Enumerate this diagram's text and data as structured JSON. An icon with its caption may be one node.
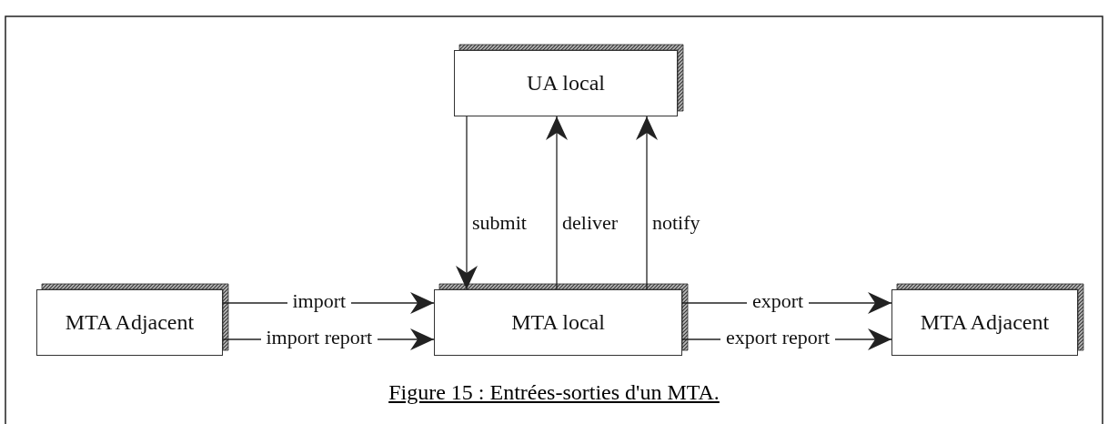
{
  "diagram": {
    "caption": "Figure 15 : Entrées-sorties d'un MTA.",
    "nodes": [
      {
        "text": [
          "UA local"
        ]
      },
      {
        "text": [
          "MTA Adjacent"
        ]
      },
      {
        "text": [
          "MTA local"
        ]
      },
      {
        "text": [
          "MTA Adjacent"
        ]
      }
    ],
    "edges": [
      {
        "from": 0,
        "to": 2,
        "arrow": "to",
        "label": "submit"
      },
      {
        "from": 2,
        "to": 0,
        "arrow": "to",
        "label": "deliver"
      },
      {
        "from": 2,
        "to": 0,
        "arrow": "to",
        "label": "notify"
      },
      {
        "from": 1,
        "to": 2,
        "arrow": "to",
        "label": "import"
      },
      {
        "from": 1,
        "to": 2,
        "arrow": "to",
        "label": "import report"
      },
      {
        "from": 2,
        "to": 3,
        "arrow": "to",
        "label": "export"
      },
      {
        "from": 2,
        "to": 3,
        "arrow": "to",
        "label": "export report"
      }
    ]
  }
}
